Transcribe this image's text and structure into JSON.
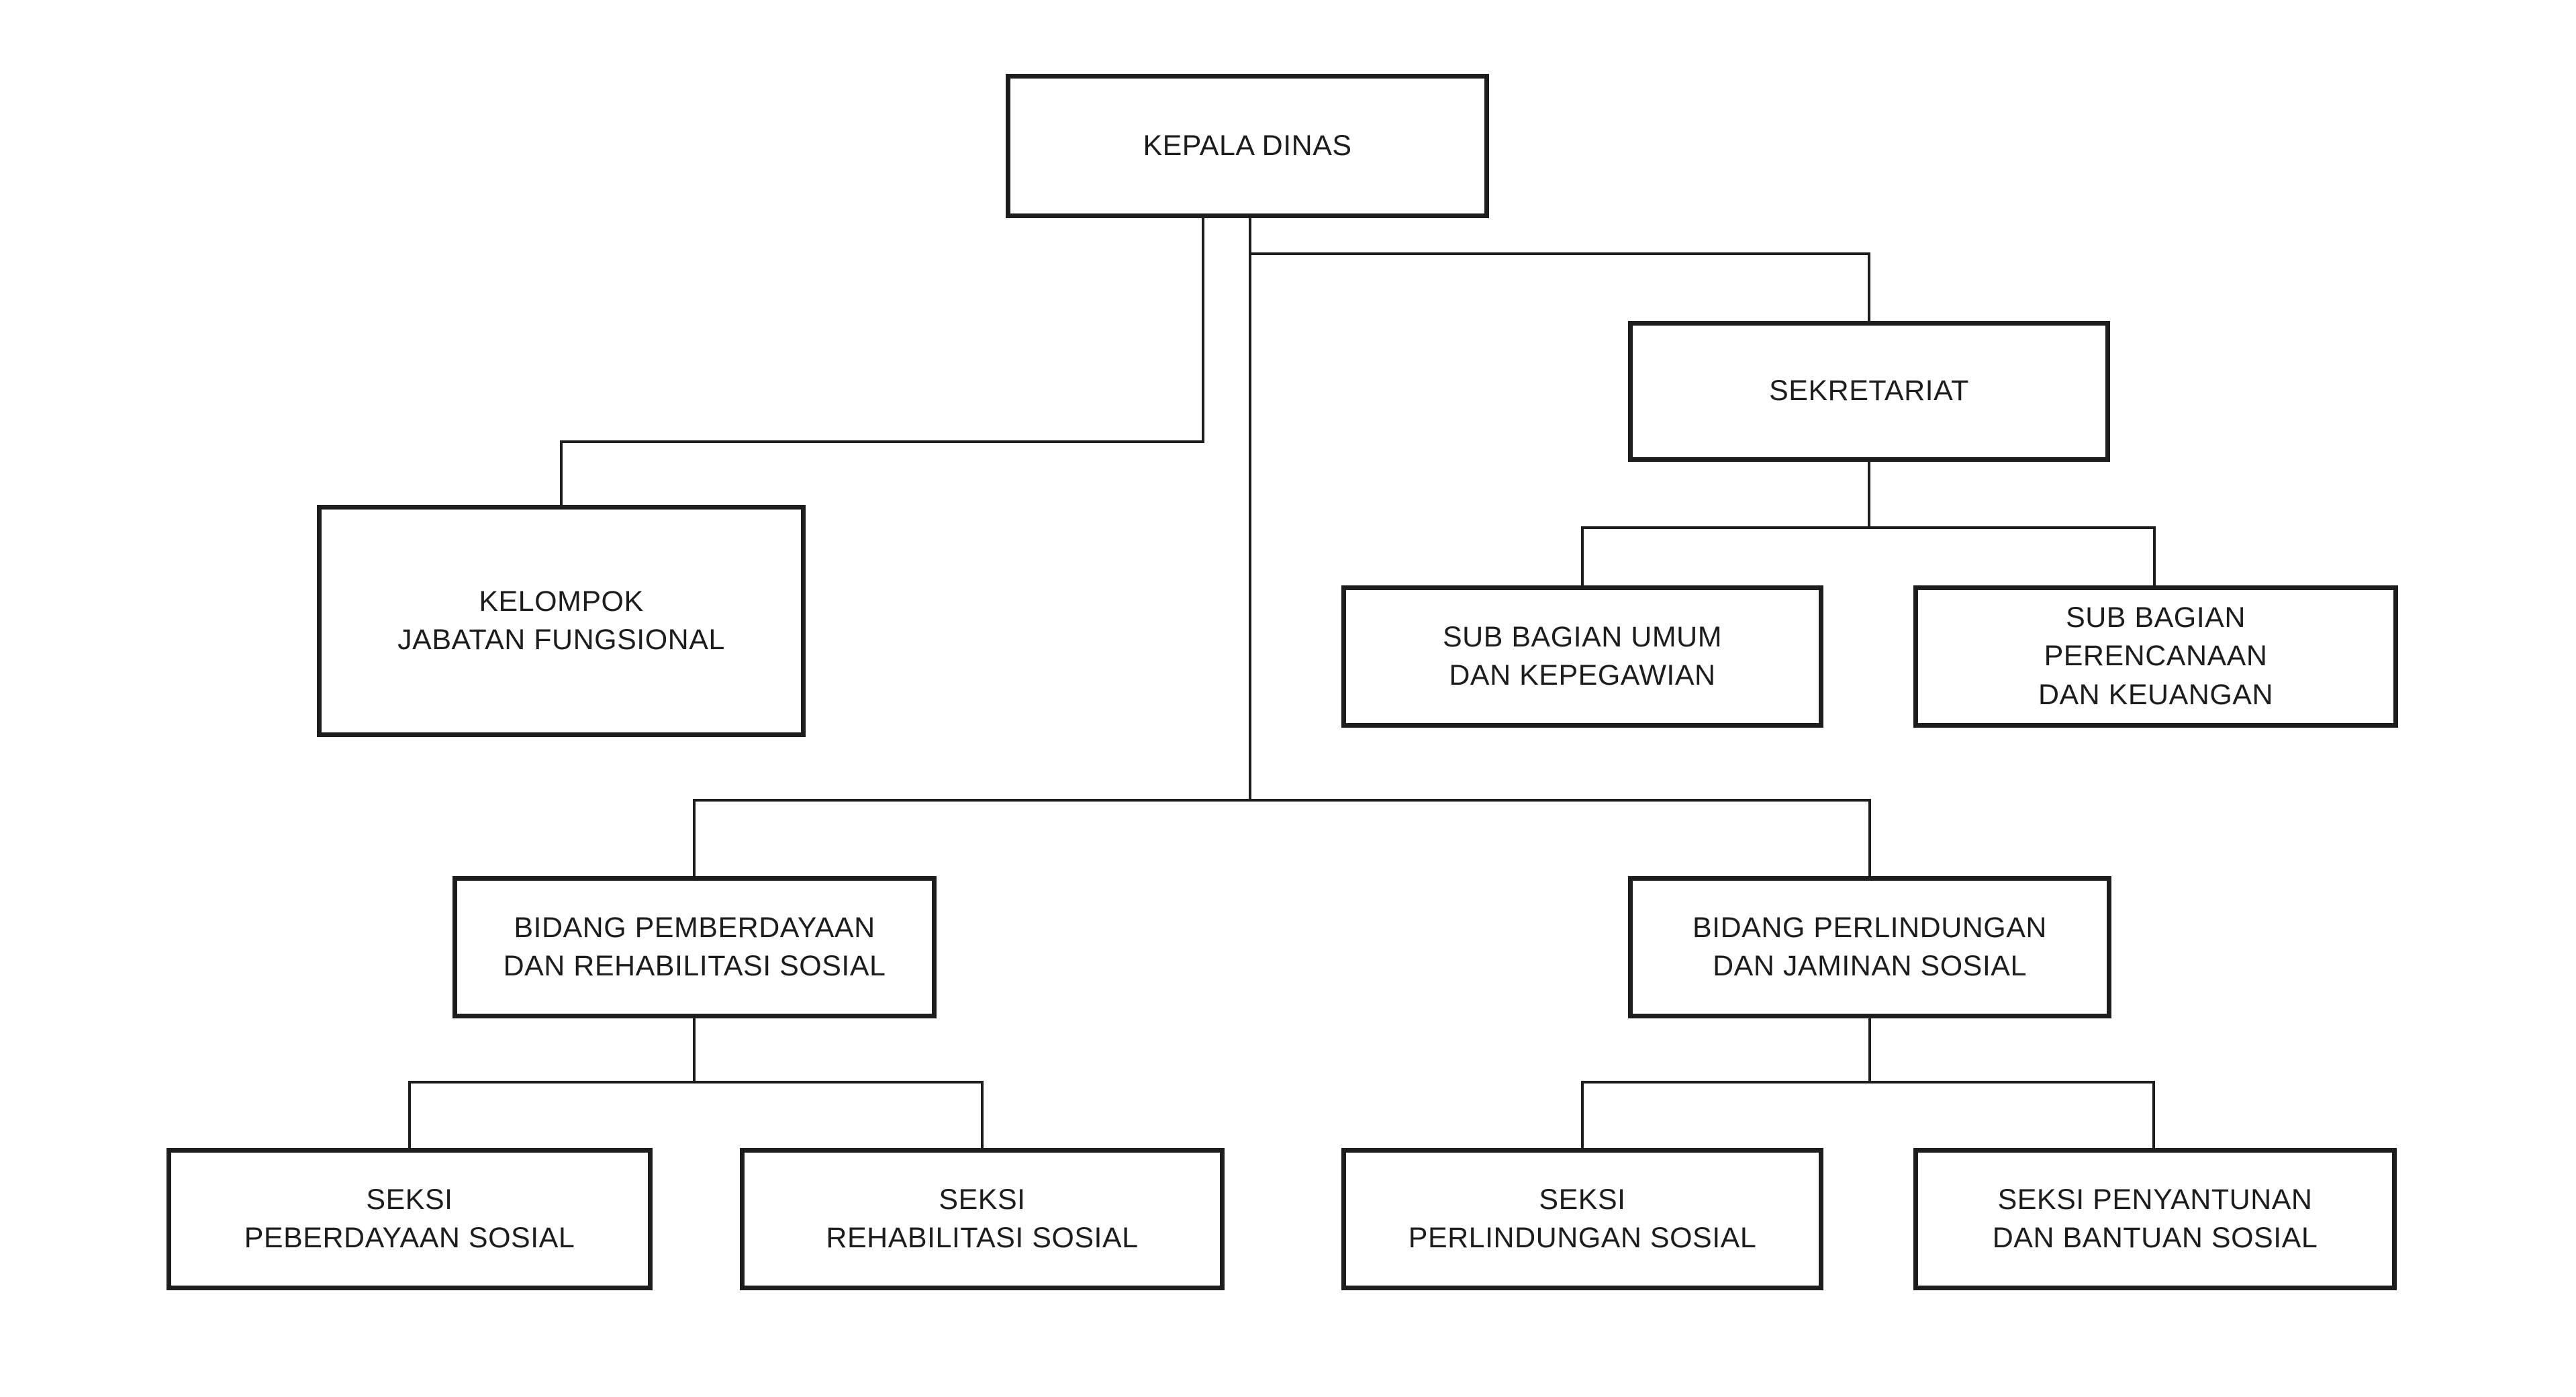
{
  "chart_type": "org-chart",
  "colors": {
    "background": "#ffffff",
    "line": "#1d1d1b",
    "box_border": "#1d1d1b",
    "text": "#1d1d1b"
  },
  "nodes": {
    "kepala_dinas": {
      "label": "KEPALA DINAS"
    },
    "sekretariat": {
      "label": "SEKRETARIAT"
    },
    "kelompok_jabatan_fungsional": {
      "label": "KELOMPOK\nJABATAN FUNGSIONAL"
    },
    "sub_bagian_umum": {
      "label": "SUB BAGIAN UMUM\nDAN KEPEGAWIAN"
    },
    "sub_bagian_perencanaan": {
      "label": "SUB BAGIAN\nPERENCANAAN\nDAN KEUANGAN"
    },
    "bidang_pemberdayaan": {
      "label": "BIDANG PEMBERDAYAAN\nDAN REHABILITASI SOSIAL"
    },
    "bidang_perlindungan": {
      "label": "BIDANG PERLINDUNGAN\nDAN JAMINAN SOSIAL"
    },
    "seksi_peberdayaan": {
      "label": "SEKSI\nPEBERDAYAAN SOSIAL"
    },
    "seksi_rehabilitasi": {
      "label": "SEKSI\nREHABILITASI SOSIAL"
    },
    "seksi_perlindungan": {
      "label": "SEKSI\nPERLINDUNGAN SOSIAL"
    },
    "seksi_penyantunan": {
      "label": "SEKSI PENYANTUNAN\nDAN BANTUAN SOSIAL"
    }
  },
  "edges": [
    {
      "from": "kepala_dinas",
      "to": "kelompok_jabatan_fungsional"
    },
    {
      "from": "kepala_dinas",
      "to": "sekretariat"
    },
    {
      "from": "kepala_dinas",
      "to": "bidang_pemberdayaan"
    },
    {
      "from": "kepala_dinas",
      "to": "bidang_perlindungan"
    },
    {
      "from": "sekretariat",
      "to": "sub_bagian_umum"
    },
    {
      "from": "sekretariat",
      "to": "sub_bagian_perencanaan"
    },
    {
      "from": "bidang_pemberdayaan",
      "to": "seksi_peberdayaan"
    },
    {
      "from": "bidang_pemberdayaan",
      "to": "seksi_rehabilitasi"
    },
    {
      "from": "bidang_perlindungan",
      "to": "seksi_perlindungan"
    },
    {
      "from": "bidang_perlindungan",
      "to": "seksi_penyantunan"
    }
  ]
}
